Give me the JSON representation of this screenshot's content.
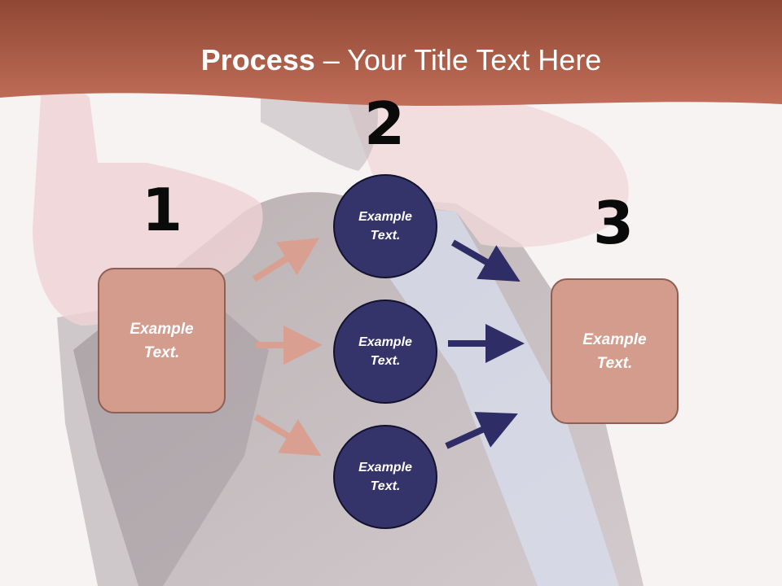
{
  "title": {
    "bold": "Process",
    "rest": " – Your Title Text Here"
  },
  "steps": {
    "one": "1",
    "two": "2",
    "three": "3"
  },
  "left_box": {
    "text": "Example\nText."
  },
  "circles": [
    {
      "text": "Example\nText."
    },
    {
      "text": "Example\nText."
    },
    {
      "text": "Example\nText."
    }
  ],
  "right_box": {
    "text": "Example\nText."
  },
  "colors": {
    "header": "#b8644f",
    "box_fill": "#d49c8d",
    "circle_fill": "#35346a",
    "arrow_left": "#d9a092",
    "arrow_right": "#2e2d66"
  }
}
